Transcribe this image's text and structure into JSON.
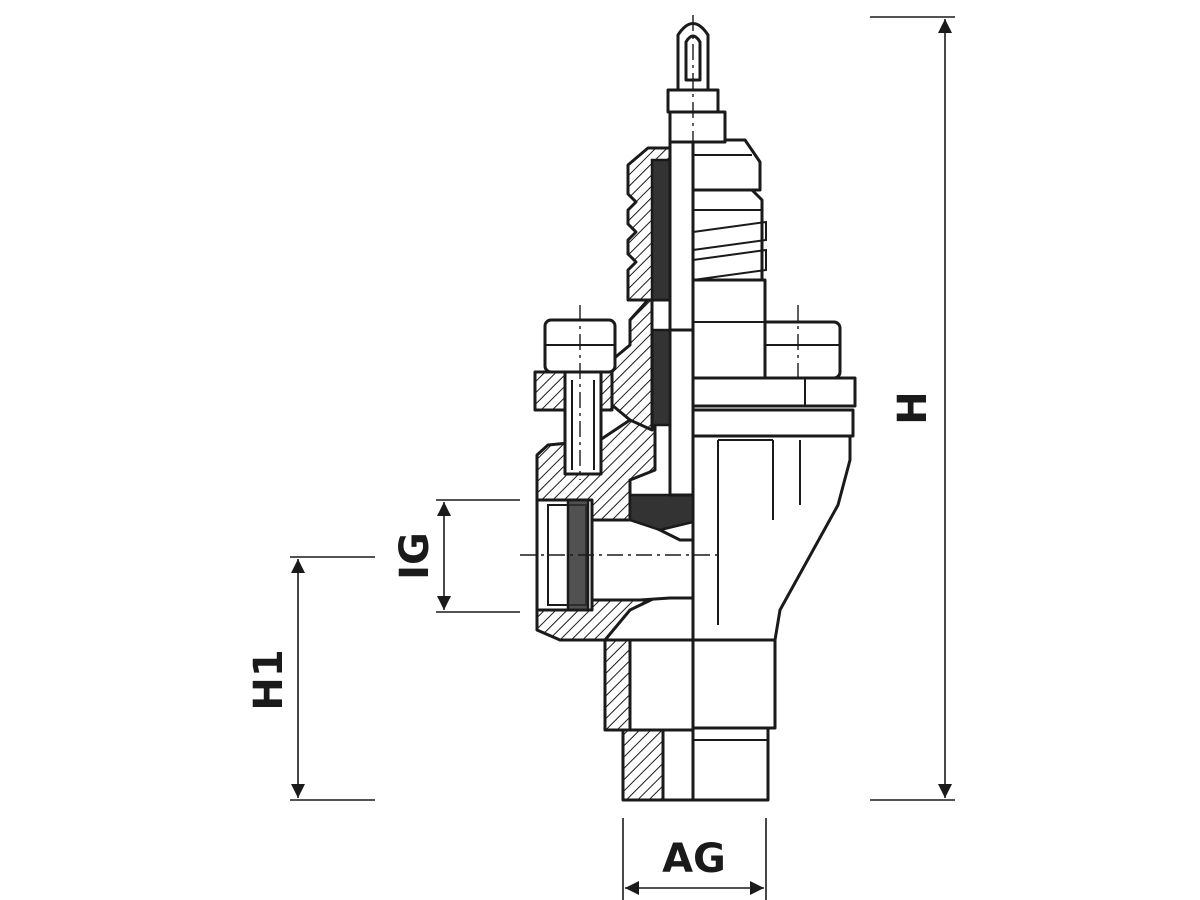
{
  "dimensions": {
    "height": "H",
    "height_outlet": "H1",
    "inner_thread": "IG",
    "outer_thread": "AG"
  },
  "colors": {
    "line": "#1a1a1a",
    "background": "#ffffff"
  }
}
